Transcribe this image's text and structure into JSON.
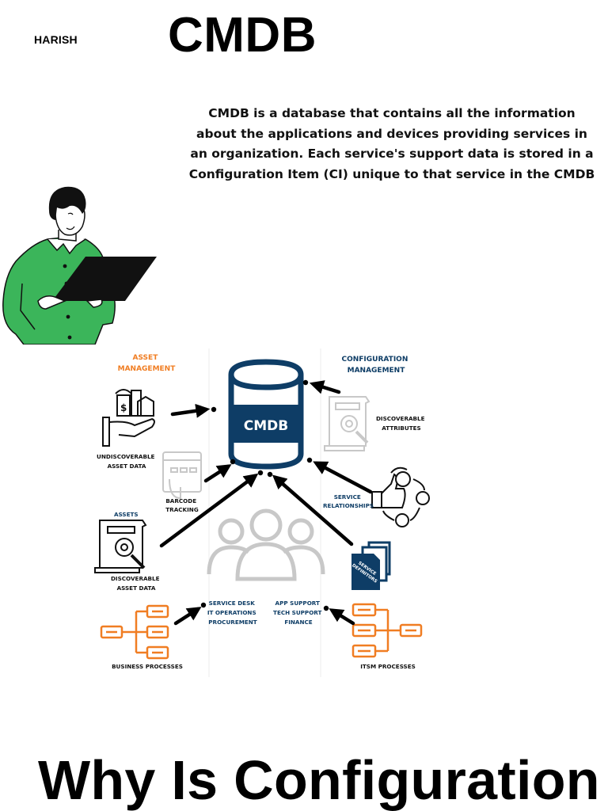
{
  "header": {
    "author": "HARISH",
    "title": "CMDB"
  },
  "intro": {
    "text": "CMDB is a database that contains all the information about the applications and devices providing services in an organization. Each service's support data is stored in a Configuration Item (CI) unique to that service in the CMDB"
  },
  "illustration": {
    "subject": "person-with-laptop",
    "shirt_color": "#3bb55a"
  },
  "diagram": {
    "colors": {
      "navy": "#0e3d66",
      "orange": "#f07d22",
      "gray": "#c8c8c8",
      "black": "#000000"
    },
    "center": {
      "label": "CMDB"
    },
    "columns": {
      "left_heading": [
        "ASSET",
        "MANAGEMENT"
      ],
      "right_heading": [
        "CONFIGURATION",
        "MANAGEMENT"
      ]
    },
    "nodes": {
      "undiscoverable": [
        "UNDISCOVERABLE",
        "ASSET DATA"
      ],
      "barcode": [
        "BARCODE",
        "TRACKING"
      ],
      "assets": "ASSETS",
      "discoverable_asset": [
        "DISCOVERABLE",
        "ASSET DATA"
      ],
      "discoverable_attributes": [
        "DISCOVERABLE",
        "ATTRIBUTES"
      ],
      "service_relationships": [
        "SERVICE",
        "RELATIONSHIPS"
      ],
      "service_definitions": [
        "SERVICE",
        "DEFINITORS"
      ],
      "business_processes": "BUSINESS PROCESSES",
      "itsm_processes": "ITSM PROCESSES",
      "left_teams": [
        "SERVICE DESK",
        "IT OPERATIONS",
        "PROCUREMENT"
      ],
      "right_teams": [
        "APP SUPPORT",
        "TECH SUPPORT",
        "FINANCE"
      ]
    }
  },
  "section": {
    "heading": "Why Is Configuration"
  }
}
